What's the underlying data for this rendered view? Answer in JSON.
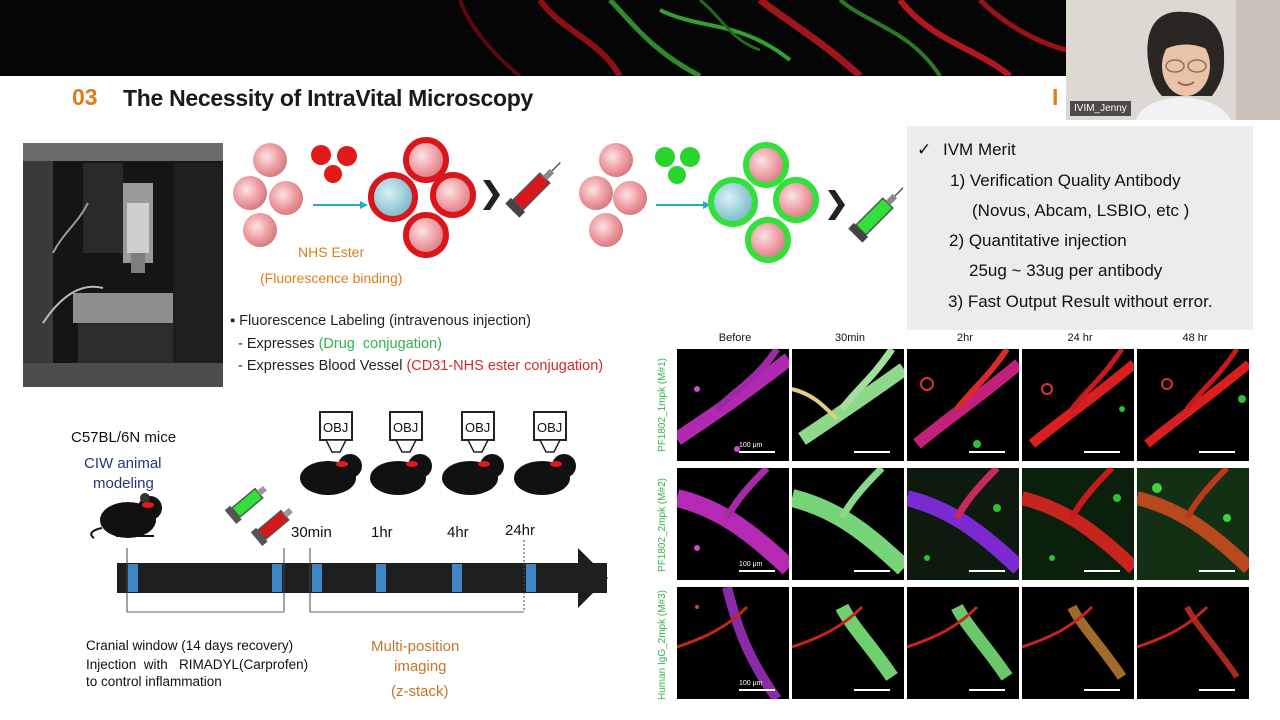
{
  "slide": {
    "section_number": "03",
    "title": "The Necessity of IntraVital Microscopy",
    "logo_fragment": "I"
  },
  "webcam": {
    "participant_name": "IVIM_Jenny"
  },
  "reaction": {
    "nhs_label": "NHS Ester",
    "nhs_sublabel": "(Fluorescence binding)"
  },
  "labeling": {
    "bullet": "Fluorescence Labeling (intravenous injection)",
    "line2_prefix": "- Expresses ",
    "line2_highlight": "(Drug  conjugation)",
    "line3_prefix": "- Expresses Blood Vessel ",
    "line3_highlight": "(CD31-NHS ester conjugation)"
  },
  "merit": {
    "check": "✓",
    "title": "IVM Merit",
    "items": [
      "1) Verification Quality Antibody",
      "(Novus, Abcam, LSBIO, etc )",
      "2) Quantitative injection",
      "25ug ~ 33ug  per antibody",
      "3) Fast Output Result without error."
    ]
  },
  "timeline": {
    "mouse_strain": "C57BL/6N mice",
    "ciw_line1": "CIW animal",
    "ciw_line2": "modeling",
    "objective_label": "OBJ",
    "timepoints": [
      "30min",
      "1hr",
      "4hr",
      "24hr"
    ],
    "recovery_line1": "Cranial window (14 days recovery)",
    "recovery_line2": "Injection  with   RIMADYL(Carprofen)",
    "recovery_line3": "to control inflammation",
    "imaging_line1": "Multi-position",
    "imaging_line2": "imaging",
    "imaging_line3": "(z-stack)"
  },
  "image_grid": {
    "columns": [
      "Before",
      "30min",
      "2hr",
      "24 hr",
      "48 hr"
    ],
    "rows": [
      "PF1802_1mpk (M#1)",
      "PF1802_2mpk (M#2)",
      "Human IgG_2mpk (M#3)"
    ],
    "scale_label": "100 μm"
  },
  "colors": {
    "accent_orange": "#e07b1a",
    "green": "#33b24a",
    "red": "#d42a2a",
    "navy": "#1f3a7a"
  }
}
